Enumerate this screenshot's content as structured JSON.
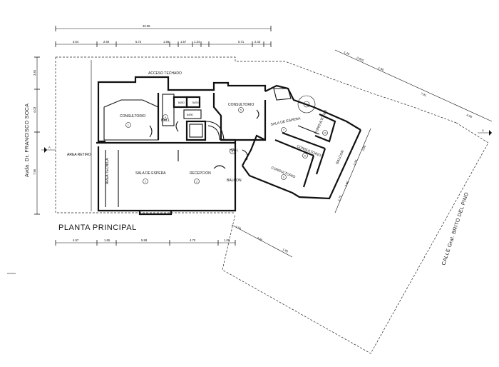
{
  "title": "PLANTA PRINCIPAL",
  "streets": {
    "left": "Avda. Dr. FRANCISCO SOCA",
    "right": "CALLE Gral. BRITO DEL PINO"
  },
  "rooms": {
    "acceso_techado": "ACCESO TECHADO",
    "consultorio_1": "CONSULTORIO",
    "consultorio_2": "CONSULTORIO",
    "consultorio_3": "CONSULTORIO",
    "consultorio_4": "CONSULTORIO",
    "consultorio_5": "CONSULTORIO",
    "area_retiro": "AREA RETIRO",
    "area_tecnica": "AREA TECNICA",
    "sala_espera_1": "SALA DE ESPERA",
    "sala_espera_2": "SALA DE ESPERA",
    "recepcion": "RECEPCION",
    "hall_1": "HALL",
    "hall_2": "HALL",
    "balcon_1": "BALCON",
    "balcon_2": "BALCON",
    "bano_1": "BAÑO",
    "bano_2": "BAÑO",
    "bano_3": "BAÑO"
  },
  "room_numbers": [
    "1",
    "2",
    "3",
    "4",
    "5",
    "6",
    "7",
    "8",
    "9",
    "10",
    "11",
    "12",
    "13"
  ],
  "dimensions": {
    "top_total": "40.08",
    "top": [
      "3.64",
      "2.60",
      "5.72",
      "1.65",
      "1.57",
      "1.34",
      "5.71",
      "2.43"
    ],
    "bottom": [
      "4.97",
      "1.65",
      "5.88",
      "4.70",
      "1.08"
    ],
    "left": [
      "3.84",
      "4.03",
      "7.56"
    ],
    "right_top": [
      "1.40",
      "0.825",
      "1.80",
      "7.81",
      "4.00"
    ],
    "right_mid": [
      "3.95",
      "3.25",
      "3.60",
      "1.75"
    ],
    "bottom_diag": [
      "1.56",
      "3.60",
      "1.80"
    ]
  },
  "section_marks": {
    "left": "A",
    "right": "A"
  }
}
